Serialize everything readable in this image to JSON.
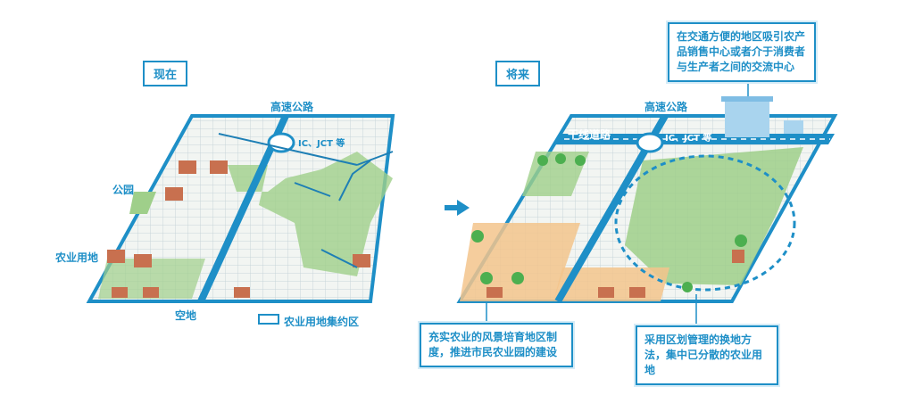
{
  "now": {
    "title": "现在",
    "highway": "高速公路",
    "ic": "IC、JCT 等",
    "park": "公园",
    "farmland": "农业用地",
    "vacant": "空地",
    "legend": "农业用地集约区"
  },
  "future": {
    "title": "将来",
    "highway": "高速公路",
    "ic": "IC、JCT 等",
    "arterial": "干线道路",
    "box_top": "在交通方便的地区吸引农产品销售中心或者介于消费者与生产者之间的交流中心",
    "box_left": "充实农业的风景培育地区制度，推进市民农业园的建设",
    "box_right": "采用区划管理的换地方法，集中已分散的农业用地"
  },
  "colors": {
    "accent": "#1e8fc7",
    "green": "#9fcf8a",
    "brown": "#c8704f",
    "orange": "#f3c48c"
  }
}
